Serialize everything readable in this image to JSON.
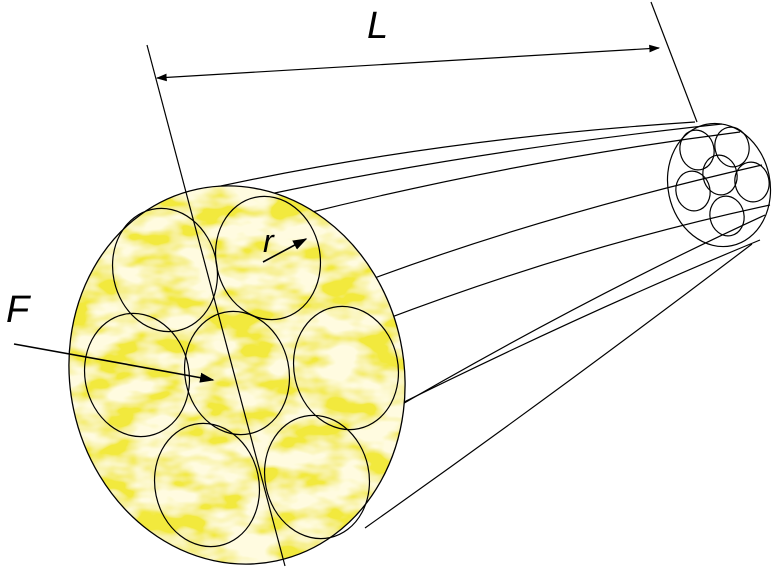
{
  "labels": {
    "length": "L",
    "radius": "r",
    "force": "F"
  },
  "colors": {
    "fill_base": "#F2E93C",
    "fill_dark": "#D8C914",
    "fill_light": "#FFFBE0",
    "stroke": "#000000",
    "background": "#FFFFFF"
  }
}
